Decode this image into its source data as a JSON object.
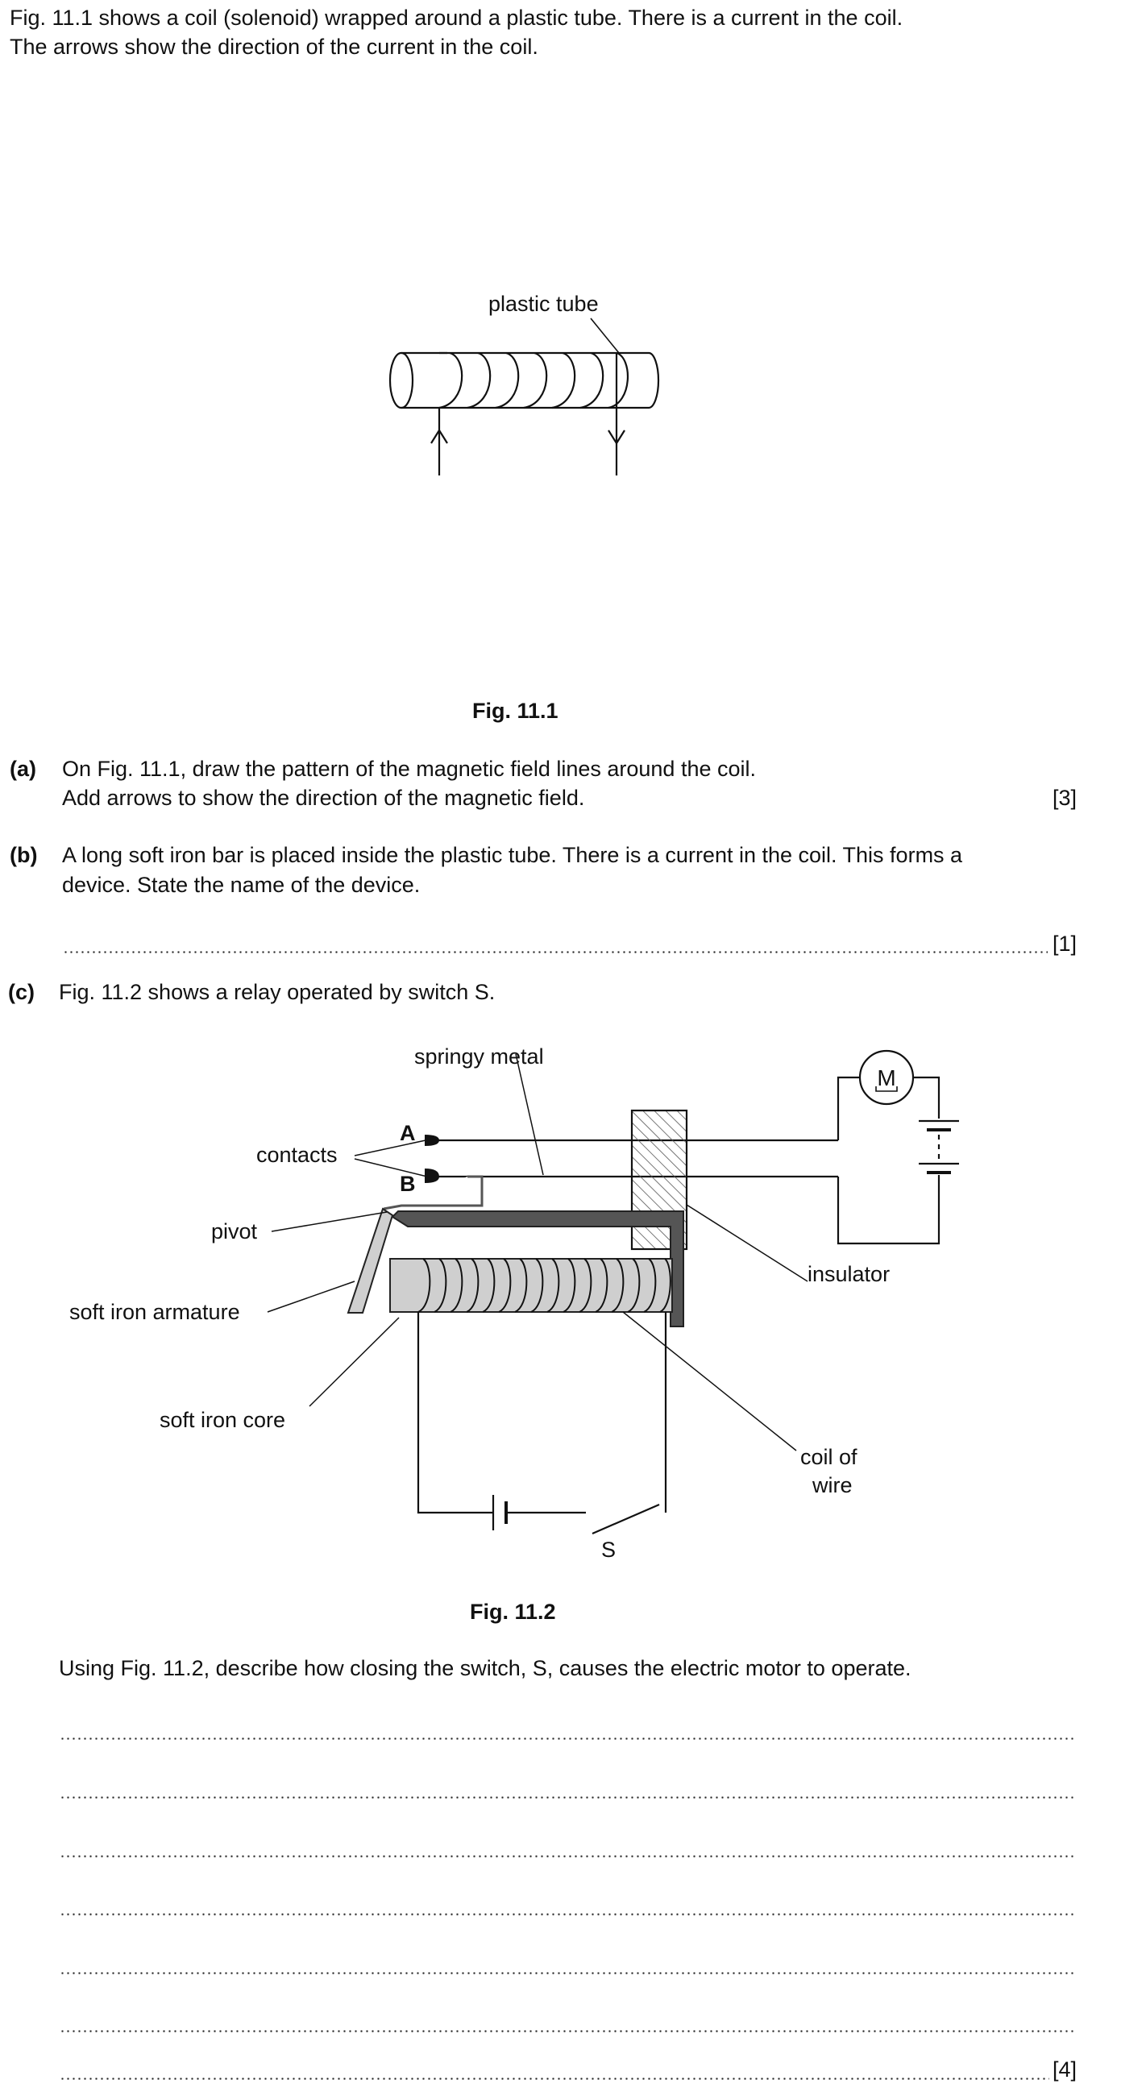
{
  "intro": {
    "line1": "Fig. 11.1 shows a coil (solenoid) wrapped around a plastic tube. There is a current in the coil.",
    "line2": "The arrows show the direction of the current in the coil."
  },
  "fig1": {
    "label_tube": "plastic tube",
    "caption": "Fig. 11.1"
  },
  "part_a": {
    "label": "(a)",
    "line1": "On Fig. 11.1, draw the pattern of the magnetic field lines around the coil.",
    "line2": "Add arrows to show the direction of the magnetic field.",
    "marks": "[3]"
  },
  "part_b": {
    "label": "(b)",
    "line1": "A long soft iron bar is placed inside the plastic tube. There is a current in the coil. This forms a",
    "line2": "device. State the name of the device.",
    "marks": "[1]"
  },
  "part_c": {
    "label": "(c)",
    "intro": "Fig. 11.2 shows a relay operated by switch S.",
    "question": "Using Fig. 11.2, describe how closing the switch, S, causes the electric motor to operate.",
    "marks": "[4]"
  },
  "fig2": {
    "springy_metal": "springy metal",
    "contacts": "contacts",
    "contact_a": "A",
    "contact_b": "B",
    "pivot": "pivot",
    "soft_iron_armature": "soft iron armature",
    "soft_iron_core": "soft iron core",
    "insulator": "insulator",
    "coil_line1": "coil of",
    "coil_line2": "wire",
    "switch": "S",
    "motor": "M",
    "caption": "Fig. 11.2"
  }
}
